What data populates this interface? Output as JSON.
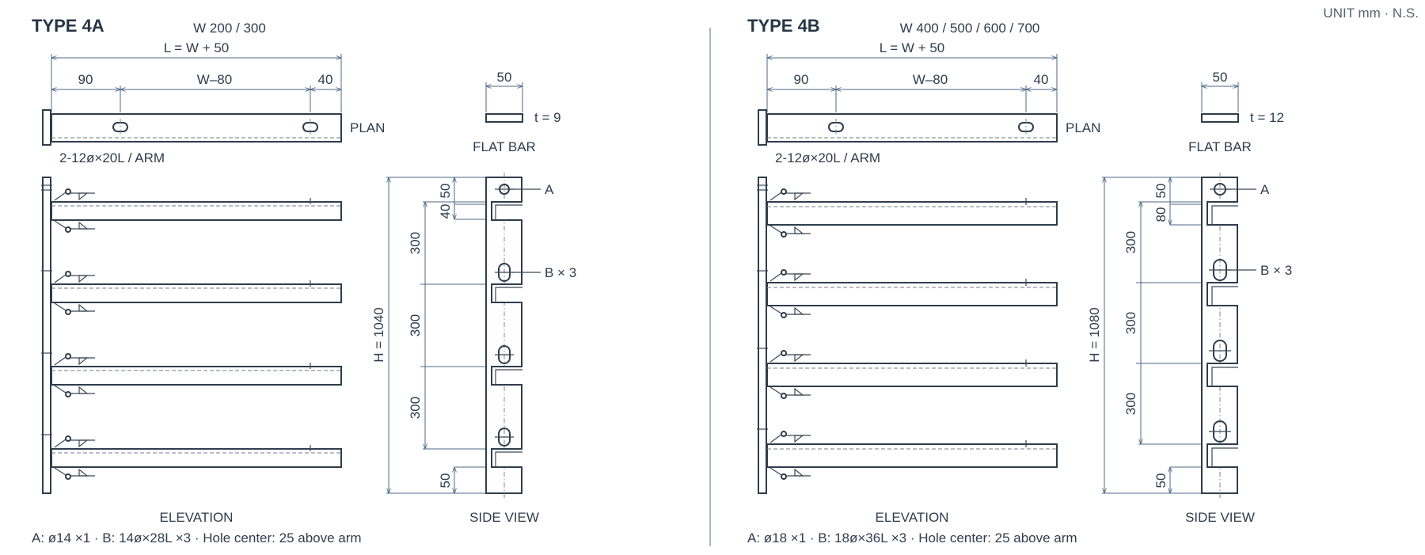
{
  "unit_note": "UNIT mm · N.S.",
  "panels": [
    {
      "title": "TYPE 4A",
      "width_options": "W 200 / 300",
      "length_formula": "L = W + 50",
      "dim_left": "90",
      "dim_mid": "W–80",
      "dim_right": "40",
      "plan_label": "PLAN",
      "slot_note": "2-12ø×20L / ARM",
      "flat_bar_width": "50",
      "flat_bar_thickness": "t = 9",
      "flat_bar_label": "FLAT BAR",
      "height_label": "H = 1040",
      "side_dims": [
        "50",
        "40",
        "300",
        "300",
        "300",
        "50"
      ],
      "callout_a": "A",
      "callout_b": "B × 3",
      "elevation_label": "ELEVATION",
      "side_view_label": "SIDE VIEW",
      "note": "A: ø14 ×1 · B: 14ø×28L ×3 · Hole center: 25 above arm"
    },
    {
      "title": "TYPE 4B",
      "width_options": "W 400 / 500 / 600 / 700",
      "length_formula": "L = W + 50",
      "dim_left": "90",
      "dim_mid": "W–80",
      "dim_right": "40",
      "plan_label": "PLAN",
      "slot_note": "2-12ø×20L / ARM",
      "flat_bar_width": "50",
      "flat_bar_thickness": "t = 12",
      "flat_bar_label": "FLAT BAR",
      "height_label": "H = 1080",
      "side_dims": [
        "50",
        "80",
        "300",
        "300",
        "300",
        "50"
      ],
      "callout_a": "A",
      "callout_b": "B × 3",
      "elevation_label": "ELEVATION",
      "side_view_label": "SIDE VIEW",
      "note": "A: ø18 ×1 · B: 18ø×36L ×3 · Hole center: 25 above arm"
    }
  ]
}
